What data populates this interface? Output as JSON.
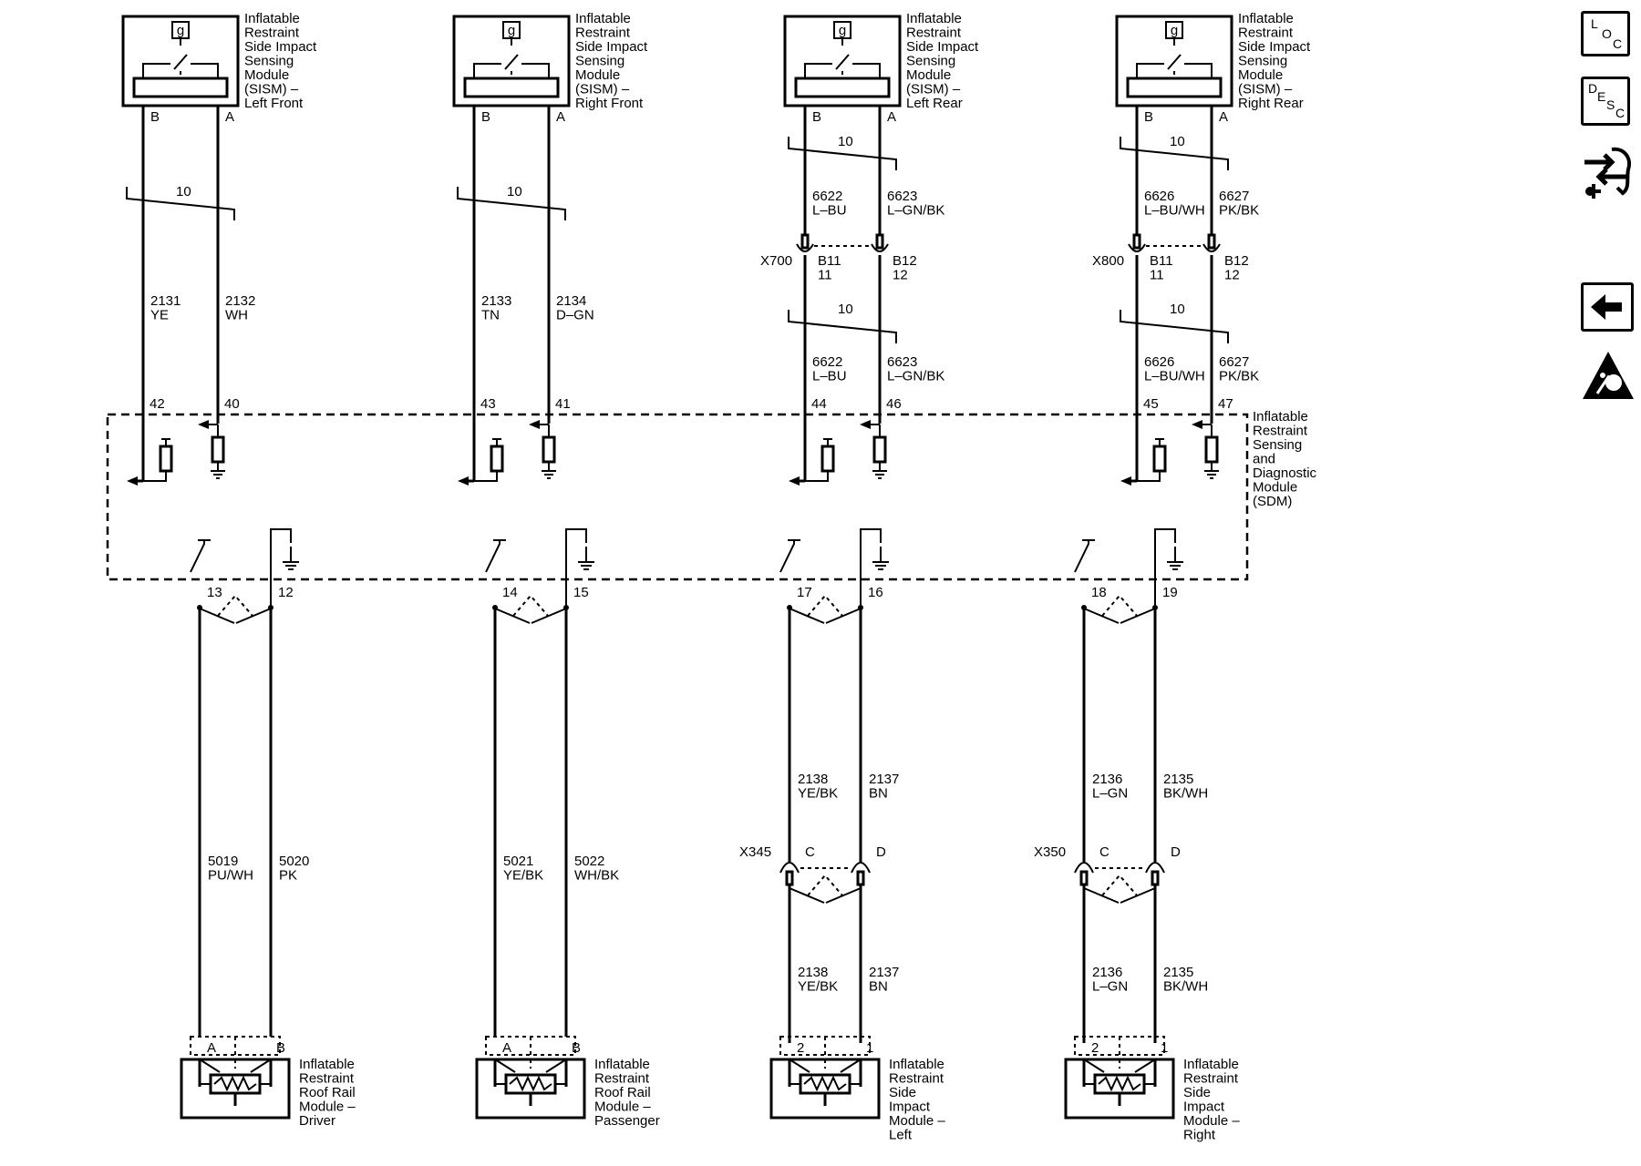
{
  "sism": [
    {
      "label": [
        "Inflatable",
        "Restraint",
        "Side Impact",
        "Sensing",
        "Module",
        "(SISM) –",
        "Left Front"
      ],
      "badge": "g",
      "pins": [
        "B",
        "A"
      ],
      "twist": "10"
    },
    {
      "label": [
        "Inflatable",
        "Restraint",
        "Side Impact",
        "Sensing",
        "Module",
        "(SISM) –",
        "Right Front"
      ],
      "badge": "g",
      "pins": [
        "B",
        "A"
      ],
      "twist": "10"
    },
    {
      "label": [
        "Inflatable",
        "Restraint",
        "Side Impact",
        "Sensing",
        "Module",
        "(SISM) –",
        "Left Rear"
      ],
      "badge": "g",
      "pins": [
        "B",
        "A"
      ],
      "twist": "10"
    },
    {
      "label": [
        "Inflatable",
        "Restraint",
        "Side Impact",
        "Sensing",
        "Module",
        "(SISM) –",
        "Right Rear"
      ],
      "badge": "g",
      "pins": [
        "B",
        "A"
      ],
      "twist": "10"
    }
  ],
  "upper_wires": [
    {
      "left": [
        "2131",
        "YE"
      ],
      "right": [
        "2132",
        "WH"
      ]
    },
    {
      "left": [
        "2133",
        "TN"
      ],
      "right": [
        "2134",
        "D–GN"
      ]
    },
    {
      "left": [
        "6622",
        "L–BU"
      ],
      "right": [
        "6623",
        "L–GN/BK"
      ]
    },
    {
      "left": [
        "6626",
        "L–BU/WH"
      ],
      "right": [
        "6627",
        "PK/BK"
      ]
    }
  ],
  "rear_inline": [
    {
      "connector": "X700",
      "pin_left": [
        "B11",
        "11"
      ],
      "pin_right": [
        "B12",
        "12"
      ],
      "twist": "10",
      "lower_left": [
        "6622",
        "L–BU"
      ],
      "lower_right": [
        "6623",
        "L–GN/BK"
      ]
    },
    {
      "connector": "X800",
      "pin_left": [
        "B11",
        "11"
      ],
      "pin_right": [
        "B12",
        "12"
      ],
      "twist": "10",
      "lower_left": [
        "6626",
        "L–BU/WH"
      ],
      "lower_right": [
        "6627",
        "PK/BK"
      ]
    }
  ],
  "sdm": {
    "label": [
      "Inflatable",
      "Restraint",
      "Sensing",
      "and",
      "Diagnostic",
      "Module",
      "(SDM)"
    ],
    "upper_pins": [
      [
        "42",
        "40"
      ],
      [
        "43",
        "41"
      ],
      [
        "44",
        "46"
      ],
      [
        "45",
        "47"
      ]
    ],
    "lower_pins": [
      [
        "13",
        "12"
      ],
      [
        "14",
        "15"
      ],
      [
        "17",
        "16"
      ],
      [
        "18",
        "19"
      ]
    ]
  },
  "lower_wires": [
    {
      "left": [
        "5019",
        "PU/WH"
      ],
      "right": [
        "5020",
        "PK"
      ]
    },
    {
      "left": [
        "5021",
        "YE/BK"
      ],
      "right": [
        "5022",
        "WH/BK"
      ]
    },
    {
      "left": [
        "2138",
        "YE/BK"
      ],
      "right": [
        "2137",
        "BN"
      ]
    },
    {
      "left": [
        "2136",
        "L–GN"
      ],
      "right": [
        "2135",
        "BK/WH"
      ]
    }
  ],
  "side_inline": [
    {
      "connector": "X345",
      "pins": [
        "C",
        "D"
      ],
      "lower_left": [
        "2138",
        "YE/BK"
      ],
      "lower_right": [
        "2137",
        "BN"
      ]
    },
    {
      "connector": "X350",
      "pins": [
        "C",
        "D"
      ],
      "lower_left": [
        "2136",
        "L–GN"
      ],
      "lower_right": [
        "2135",
        "BK/WH"
      ]
    }
  ],
  "airbags": [
    {
      "pins": [
        "A",
        "B"
      ],
      "label": [
        "Inflatable",
        "Restraint",
        "Roof Rail",
        "Module –",
        "Driver"
      ]
    },
    {
      "pins": [
        "A",
        "B"
      ],
      "label": [
        "Inflatable",
        "Restraint",
        "Roof Rail",
        "Module –",
        "Passenger"
      ]
    },
    {
      "pins": [
        "2",
        "1"
      ],
      "label": [
        "Inflatable",
        "Restraint",
        "Side",
        "Impact",
        "Module –",
        "Left"
      ]
    },
    {
      "pins": [
        "2",
        "1"
      ],
      "label": [
        "Inflatable",
        "Restraint",
        "Side",
        "Impact",
        "Module –",
        "Right"
      ]
    }
  ],
  "toolbar": {
    "loc": [
      "L",
      "O",
      "C"
    ],
    "desc": [
      "D",
      "E",
      "S",
      "C"
    ],
    "icons": [
      "connector-view-icon",
      "back-arrow-icon",
      "airbag-warning-icon"
    ]
  }
}
